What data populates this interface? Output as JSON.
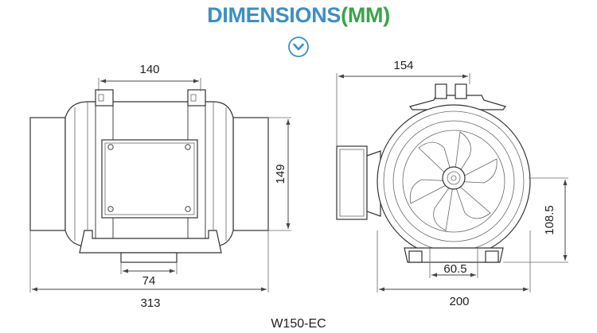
{
  "title": {
    "part1": "DIMENSIONS",
    "part2": "(MM)"
  },
  "badge": {
    "icon": "chevron-down-icon",
    "color": "#3d8fc2"
  },
  "dimensions": {
    "side_top_width": "140",
    "side_height": "149",
    "side_bottom_width": "74",
    "side_total_length": "313",
    "front_top_width": "154",
    "front_height": "108.5",
    "front_bottom_width": "60.5",
    "front_total_width": "200"
  },
  "model": "W150-EC"
}
